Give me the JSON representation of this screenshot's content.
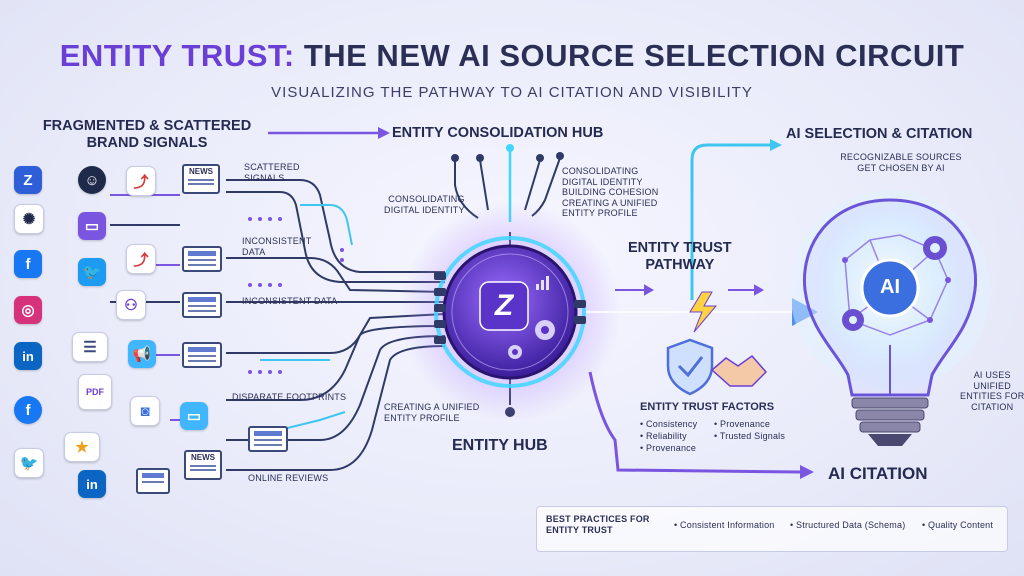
{
  "title": {
    "part1": "ENTITY TRUST:",
    "part2": " THE NEW AI SOURCE SELECTION CIRCUIT"
  },
  "subtitle": "VISUALIZING THE PATHWAY TO AI CITATION AND VISIBILITY",
  "left": {
    "heading": [
      "FRAGMENTED & SCATTERED",
      "BRAND SIGNALS"
    ],
    "labels": {
      "scattered": [
        "SCATTERED",
        "SIGNALS"
      ],
      "inconsistent_data": [
        "INCONSISTENT",
        "DATA"
      ],
      "inconsistent_data_2": "INCONSISTENT DATA",
      "disparate": "DISPARATE FOOTPRINTS",
      "reviews": "ONLINE REVIEWS"
    },
    "icons": [
      {
        "name": "kontent-logo-icon",
        "glyph": "Z",
        "color": "#2f5fd8"
      },
      {
        "name": "facebook-icon",
        "glyph": "f",
        "color": "#1877f2"
      },
      {
        "name": "instagram-icon",
        "glyph": "◎",
        "color": "#d6317b"
      },
      {
        "name": "linkedin-icon",
        "glyph": "in",
        "color": "#0a66c2"
      },
      {
        "name": "twitter-icon",
        "glyph": "🐦",
        "color": "#1d9bf0"
      },
      {
        "name": "person-icon",
        "glyph": "☺",
        "color": "#1f2a4a"
      },
      {
        "name": "chat-icon",
        "glyph": "▭",
        "color": "#7a55e0"
      }
    ],
    "news_label": "NEWS",
    "pdf_label": "PDF"
  },
  "hub": {
    "heading": "ENTITY CONSOLIDATION HUB",
    "bottom_label": "ENTITY HUB",
    "note_left": [
      "CONSOLIDATING",
      "DIGITAL IDENTITY"
    ],
    "note_right": [
      "CONSOLIDATING",
      "DIGITAL IDENTITY",
      "BUILDING COHESION",
      "CREATING A UNIFIED",
      "ENTITY PROFILE"
    ],
    "note_bottom": [
      "CREATING A UNIFIED",
      "ENTITY PROFILE"
    ],
    "logo_glyph": "Z",
    "accent": "#6a3fd6",
    "glow": "#3fd6ff"
  },
  "pathway": {
    "heading": [
      "ENTITY TRUST",
      "PATHWAY"
    ],
    "factors_heading": "ENTITY TRUST FACTORS",
    "factors": [
      "• Consistency",
      "• Provenance",
      "• Reliability",
      "• Trusted Signals",
      "• Provenance"
    ]
  },
  "ai": {
    "heading": "AI SELECTION & CITATION",
    "caption": [
      "RECOGNIZABLE SOURCES",
      "GET CHOSEN BY AI"
    ],
    "bulb_label": "AI",
    "side_note": [
      "AI USES",
      "UNIFIED",
      "ENTITIES FOR",
      "CITATION"
    ],
    "citation_label": "AI CITATION"
  },
  "practices": {
    "heading": [
      "BEST PRACTICES FOR",
      "ENTITY TRUST"
    ],
    "items": [
      "• Consistent Information",
      "• Structured Data (Schema)",
      "• Quality Content"
    ]
  }
}
